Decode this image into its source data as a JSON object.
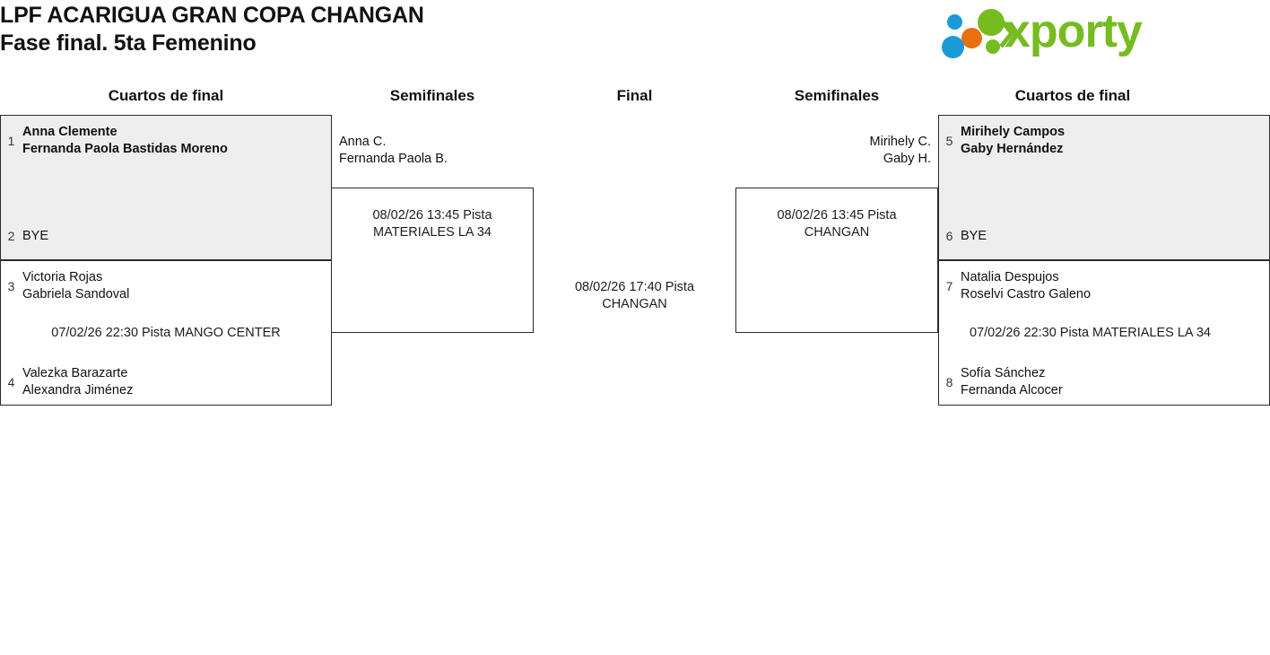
{
  "header": {
    "title_line1": "LPF ACARIGUA GRAN COPA CHANGAN",
    "title_line2": "Fase final. 5ta Femenino",
    "logo_text": "xporty",
    "colors": {
      "green": "#76bc21",
      "blue": "#1a9ad6",
      "orange": "#e8700f",
      "shaded_box": "#eeeeee",
      "border": "#2b2b2b"
    }
  },
  "rounds": [
    {
      "label": "Cuartos de final"
    },
    {
      "label": "Semifinales"
    },
    {
      "label": "Final"
    },
    {
      "label": "Semifinales"
    },
    {
      "label": "Cuartos de final"
    }
  ],
  "bracket": {
    "left_quarterfinals": [
      {
        "top_seed": "1",
        "top_name_1": "Anna Clemente",
        "top_name_2": "Fernanda Paola Bastidas Moreno",
        "bottom_seed": "2",
        "bottom_name_1": "BYE",
        "bottom_name_2": "",
        "schedule": ""
      },
      {
        "top_seed": "3",
        "top_name_1": "Victoria Rojas",
        "top_name_2": "Gabriela Sandoval",
        "bottom_seed": "4",
        "bottom_name_1": "Valezka Barazarte",
        "bottom_name_2": "Alexandra Jiménez",
        "schedule": "07/02/26 22:30 Pista MANGO CENTER"
      }
    ],
    "right_quarterfinals": [
      {
        "top_seed": "5",
        "top_name_1": "Mirihely Campos",
        "top_name_2": "Gaby Hernández",
        "bottom_seed": "6",
        "bottom_name_1": "BYE",
        "bottom_name_2": "",
        "schedule": ""
      },
      {
        "top_seed": "7",
        "top_name_1": "Natalia Despujos",
        "top_name_2": "Roselvi Castro Galeno",
        "bottom_seed": "8",
        "bottom_name_1": "Sofía Sánchez",
        "bottom_name_2": "Fernanda Alcocer",
        "schedule": "07/02/26 22:30 Pista MATERIALES LA 34"
      }
    ],
    "left_semifinal": {
      "feed_name_1": "Anna C.",
      "feed_name_2": "Fernanda Paola B.",
      "schedule_line_1": "08/02/26 13:45 Pista",
      "schedule_line_2": "MATERIALES LA 34"
    },
    "right_semifinal": {
      "feed_name_1": "Mirihely C.",
      "feed_name_2": "Gaby H.",
      "schedule_line_1": "08/02/26 13:45 Pista",
      "schedule_line_2": "CHANGAN"
    },
    "final": {
      "schedule_line_1": "08/02/26 17:40 Pista",
      "schedule_line_2": "CHANGAN"
    }
  }
}
